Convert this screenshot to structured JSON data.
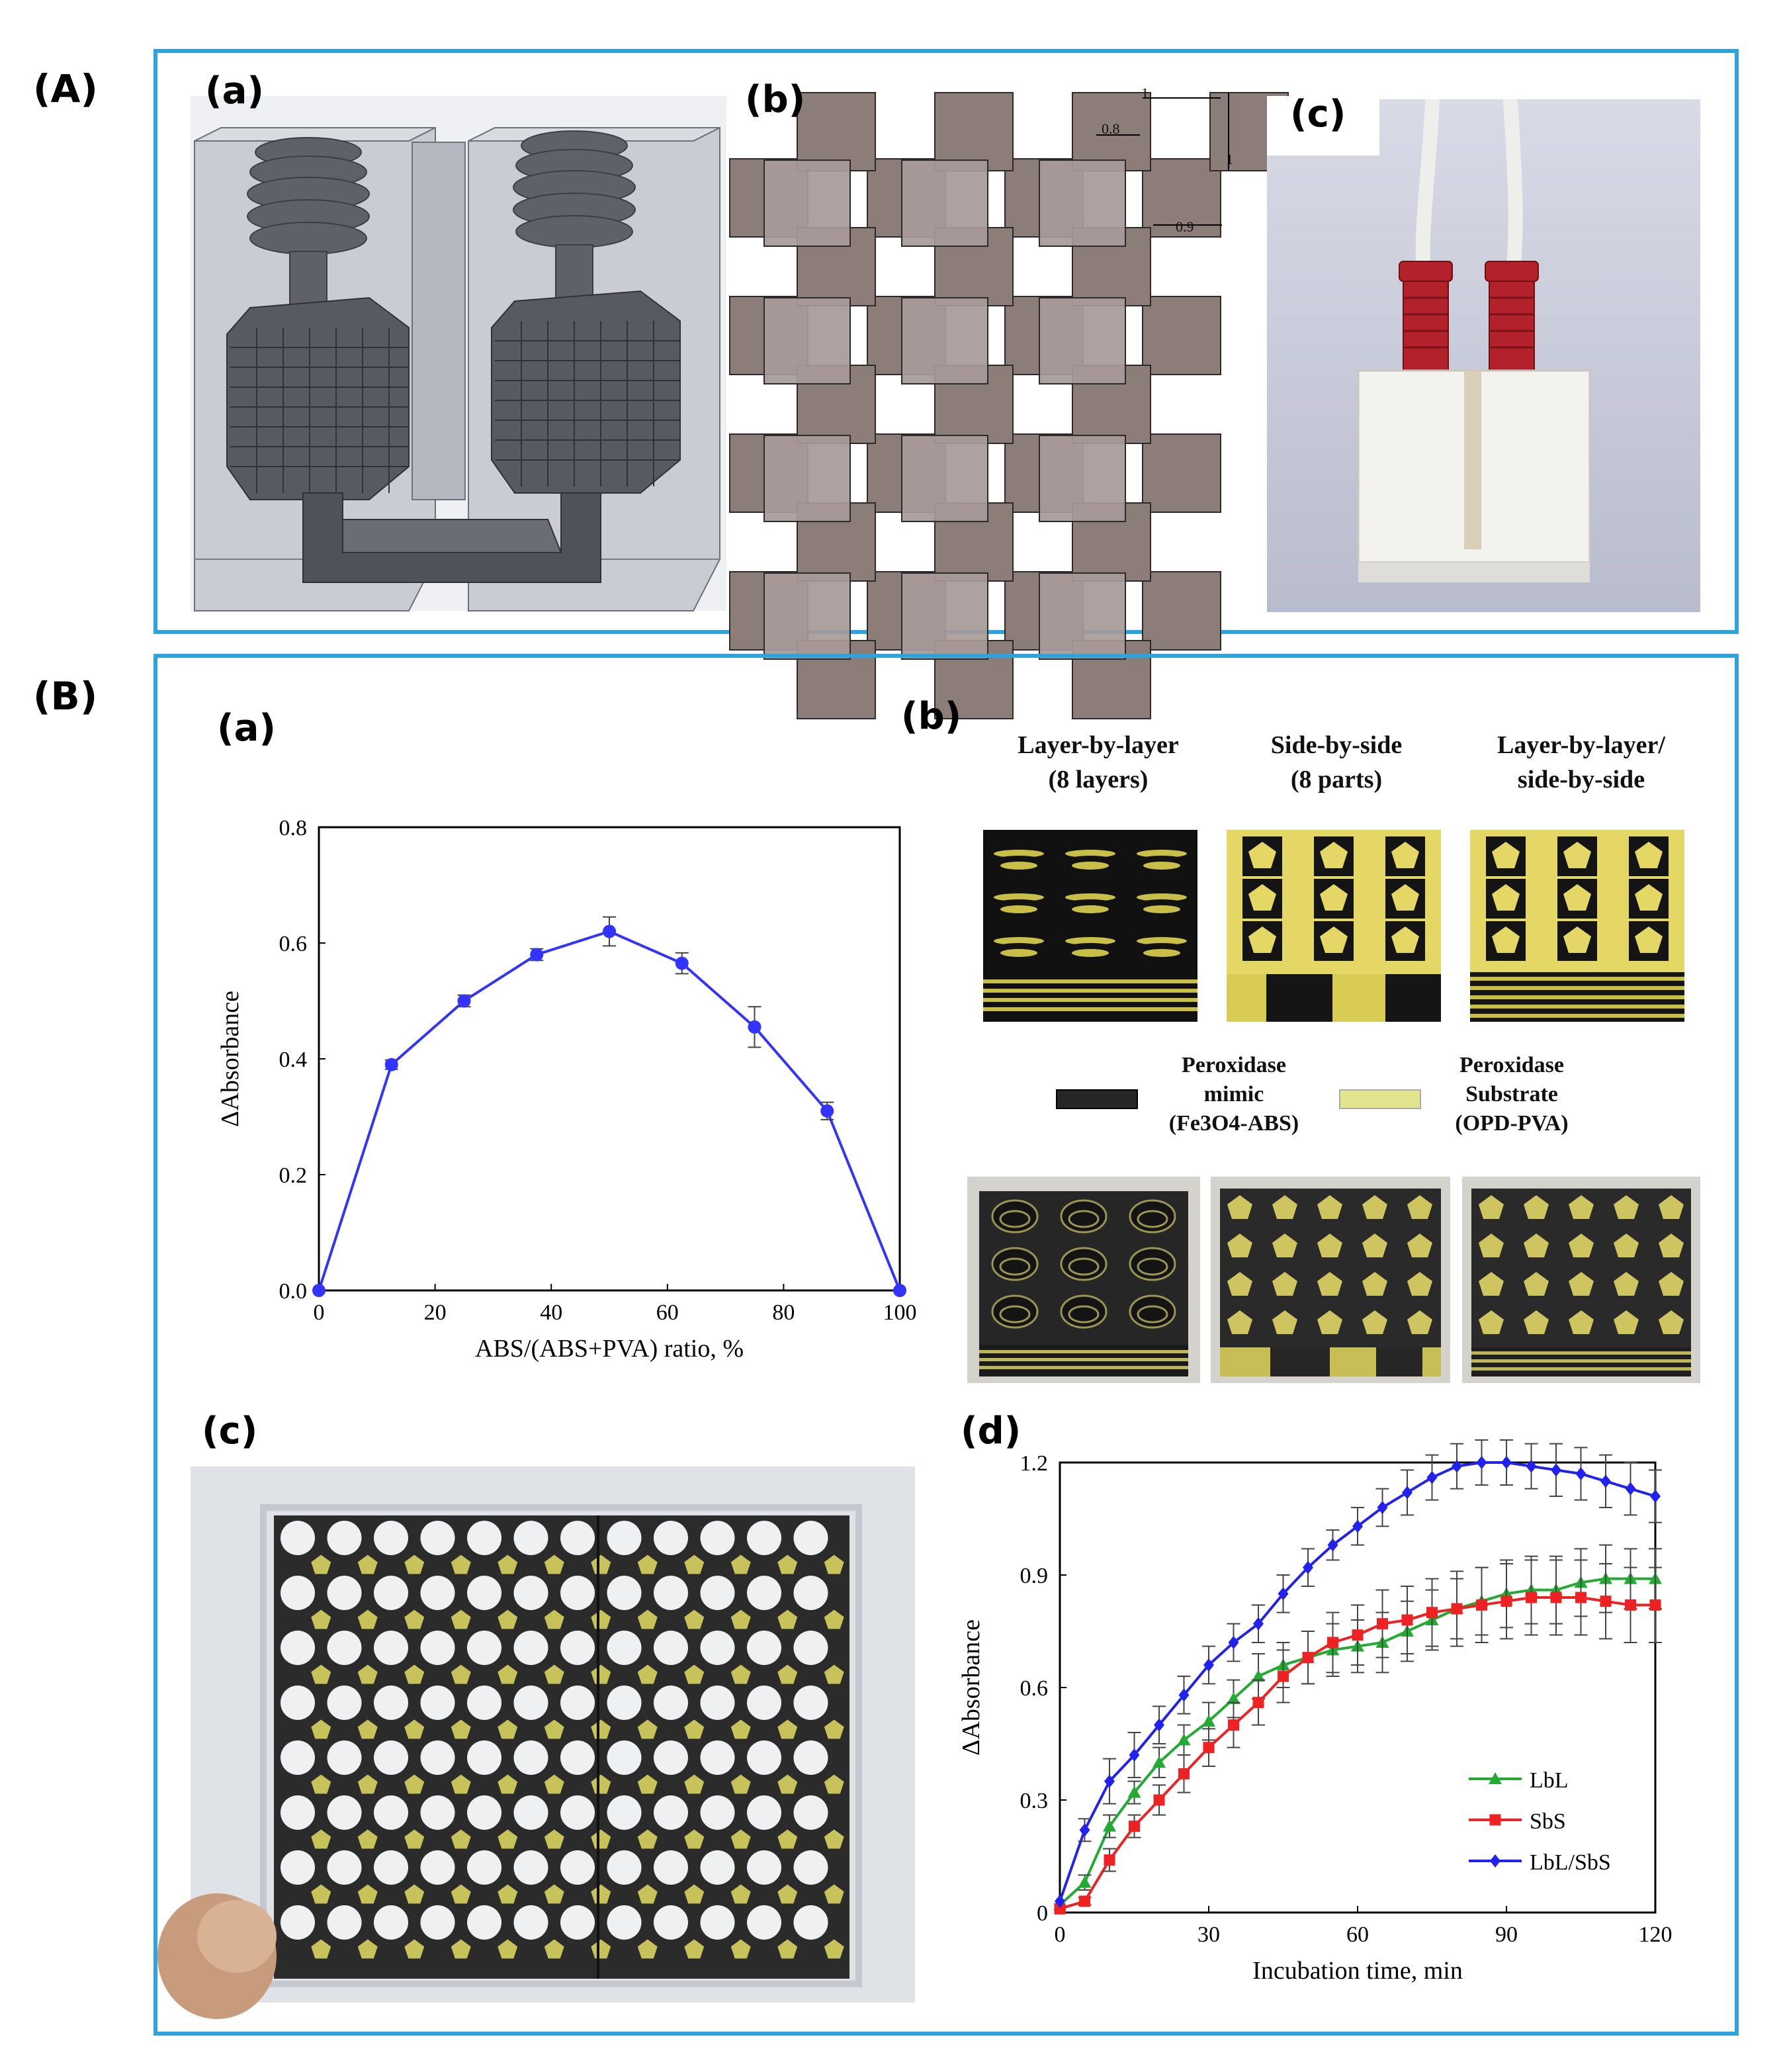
{
  "panelA": {
    "label": "(A)",
    "a": {
      "label": "(a)"
    },
    "b": {
      "label": "(b)",
      "dims": {
        "width": "1",
        "height": "1",
        "gap": "0.8",
        "offset": "0.9"
      }
    },
    "c": {
      "label": "(c)"
    }
  },
  "panelB": {
    "label": "(B)",
    "a": {
      "label": "(a)"
    },
    "b": {
      "label": "(b)",
      "headers": [
        {
          "line1": "Layer-by-layer",
          "line2": "(8 layers)"
        },
        {
          "line1": "Side-by-side",
          "line2": "(8 parts)"
        },
        {
          "line1": "Layer-by-layer/",
          "line2": "side-by-side"
        }
      ],
      "legend": [
        {
          "line1": "Peroxidase",
          "line2": "mimic",
          "line3": "(Fe3O4-ABS)",
          "color": "#262626"
        },
        {
          "line1": "Peroxidase",
          "line2": "Substrate",
          "line3": "(OPD-PVA)",
          "color": "#e2e58d"
        }
      ]
    },
    "c": {
      "label": "(c)"
    },
    "d": {
      "label": "(d)"
    }
  },
  "colors": {
    "frame": "#2fa3dc",
    "black_material": "#262626",
    "yellow_material": "#d8cf52"
  },
  "chart_data": [
    {
      "id": "Ba",
      "type": "line",
      "title": "",
      "xlabel": "ABS/(ABS+PVA) ratio, %",
      "ylabel": "ΔAbsorbance",
      "xlim": [
        0,
        100
      ],
      "ylim": [
        0,
        0.8
      ],
      "xticks": [
        "0",
        "20",
        "40",
        "60",
        "80",
        "100"
      ],
      "yticks": [
        "0.0",
        "0.2",
        "0.4",
        "0.6",
        "0.8"
      ],
      "series": [
        {
          "color": "#3333ff",
          "x": [
            0,
            12.5,
            25,
            37.5,
            50,
            62.5,
            75,
            87.5,
            100
          ],
          "y": [
            0.0,
            0.39,
            0.5,
            0.58,
            0.62,
            0.565,
            0.455,
            0.31,
            0.0
          ],
          "err": [
            0,
            0.008,
            0.01,
            0.01,
            0.025,
            0.018,
            0.035,
            0.015,
            0
          ]
        }
      ]
    },
    {
      "id": "Bd",
      "type": "line",
      "title": "",
      "xlabel": "Incubation time, min",
      "ylabel": "ΔAbsorbance",
      "xlim": [
        0,
        120
      ],
      "ylim": [
        0,
        1.2
      ],
      "xticks": [
        "0",
        "30",
        "60",
        "90",
        "120"
      ],
      "yticks": [
        "0",
        "0.3",
        "0.6",
        "0.9",
        "1.2"
      ],
      "legend_position": "bottom-right",
      "series": [
        {
          "name": "LbL",
          "color": "#22aa33",
          "marker": "triangle",
          "x": [
            0,
            5,
            10,
            15,
            20,
            25,
            30,
            35,
            40,
            45,
            50,
            55,
            60,
            65,
            70,
            75,
            80,
            85,
            90,
            95,
            100,
            105,
            110,
            115,
            120
          ],
          "y": [
            0.02,
            0.08,
            0.23,
            0.32,
            0.4,
            0.46,
            0.51,
            0.57,
            0.63,
            0.66,
            0.68,
            0.7,
            0.71,
            0.72,
            0.75,
            0.78,
            0.81,
            0.83,
            0.85,
            0.86,
            0.86,
            0.88,
            0.89,
            0.89,
            0.89
          ],
          "err": [
            0,
            0.02,
            0.03,
            0.03,
            0.04,
            0.04,
            0.05,
            0.05,
            0.06,
            0.06,
            0.07,
            0.07,
            0.07,
            0.08,
            0.08,
            0.08,
            0.08,
            0.09,
            0.09,
            0.09,
            0.09,
            0.09,
            0.09,
            0.08,
            0.08
          ]
        },
        {
          "name": "SbS",
          "color": "#ee2222",
          "marker": "square",
          "x": [
            0,
            5,
            10,
            15,
            20,
            25,
            30,
            35,
            40,
            45,
            50,
            55,
            60,
            65,
            70,
            75,
            80,
            85,
            90,
            95,
            100,
            105,
            110,
            115,
            120
          ],
          "y": [
            0.01,
            0.03,
            0.14,
            0.23,
            0.3,
            0.37,
            0.44,
            0.5,
            0.56,
            0.63,
            0.68,
            0.72,
            0.74,
            0.77,
            0.78,
            0.8,
            0.81,
            0.82,
            0.83,
            0.84,
            0.84,
            0.84,
            0.83,
            0.82,
            0.82
          ],
          "err": [
            0,
            0.01,
            0.03,
            0.03,
            0.04,
            0.05,
            0.05,
            0.06,
            0.06,
            0.07,
            0.07,
            0.08,
            0.08,
            0.09,
            0.09,
            0.09,
            0.1,
            0.1,
            0.1,
            0.1,
            0.1,
            0.1,
            0.1,
            0.1,
            0.1
          ]
        },
        {
          "name": "LbL/SbS",
          "color": "#2222ee",
          "marker": "diamond",
          "x": [
            0,
            5,
            10,
            15,
            20,
            25,
            30,
            35,
            40,
            45,
            50,
            55,
            60,
            65,
            70,
            75,
            80,
            85,
            90,
            95,
            100,
            105,
            110,
            115,
            120
          ],
          "y": [
            0.03,
            0.22,
            0.35,
            0.42,
            0.5,
            0.58,
            0.66,
            0.72,
            0.77,
            0.85,
            0.92,
            0.98,
            1.03,
            1.08,
            1.12,
            1.16,
            1.19,
            1.2,
            1.2,
            1.19,
            1.18,
            1.17,
            1.15,
            1.13,
            1.11
          ],
          "err": [
            0,
            0.03,
            0.06,
            0.06,
            0.05,
            0.05,
            0.05,
            0.05,
            0.05,
            0.05,
            0.05,
            0.04,
            0.05,
            0.05,
            0.06,
            0.06,
            0.06,
            0.06,
            0.06,
            0.06,
            0.07,
            0.07,
            0.07,
            0.07,
            0.07
          ]
        }
      ]
    }
  ]
}
